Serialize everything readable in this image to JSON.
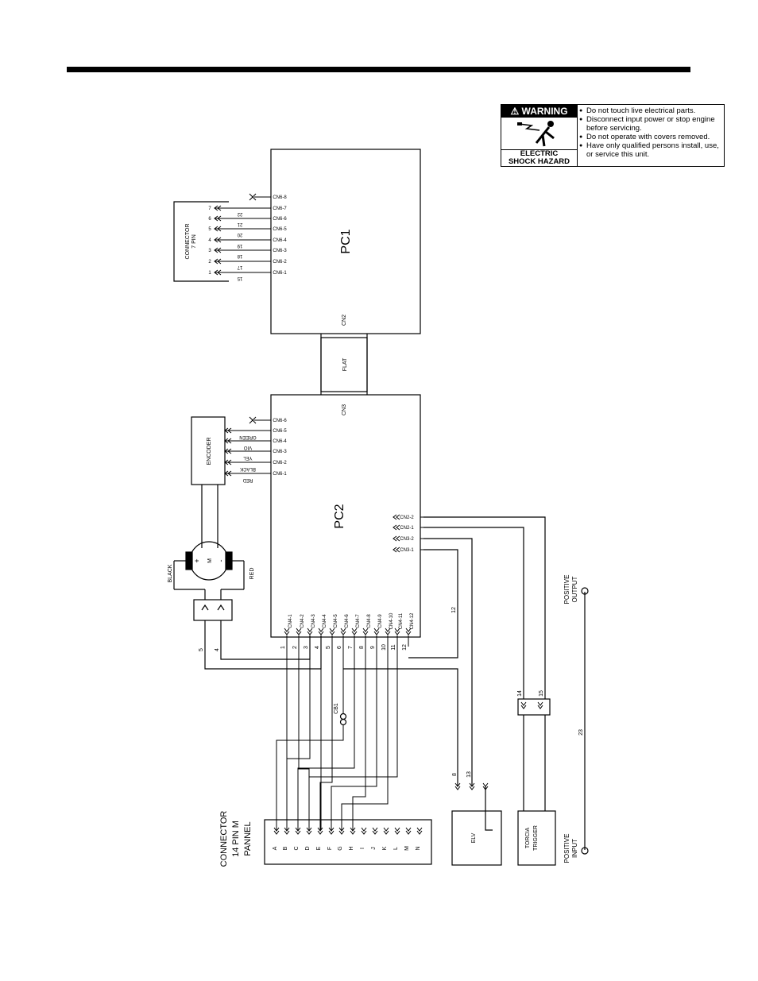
{
  "warning": {
    "title": "WARNING",
    "hazard": "ELECTRIC SHOCK HAZARD",
    "hazard_line1": "ELECTRIC",
    "hazard_line2": "SHOCK HAZARD",
    "items": [
      "Do not touch live electrical parts.",
      "Disconnect input power or stop engine before servicing.",
      "Do not operate with covers removed.",
      "Have only qualified persons install, use, or service this unit."
    ]
  },
  "pc1": {
    "label": "PC1",
    "cn2_label": "CN2",
    "pins": [
      "CN6-1",
      "CN6-2",
      "CN6-3",
      "CN6-4",
      "CN6-5",
      "CN6-6",
      "CN6-7",
      "CN6-8"
    ],
    "wires": [
      "15",
      "17",
      "18",
      "19",
      "20",
      "21",
      "22"
    ],
    "connector_label": "CONNECTOR",
    "connector_sub": "7 PIN",
    "connector_pins": [
      "1",
      "2",
      "3",
      "4",
      "5",
      "6",
      "7"
    ]
  },
  "flat": {
    "label": "FLAT"
  },
  "pc2": {
    "label": "PC2",
    "cn3_label": "CN3",
    "enc_pins": [
      "CN6-1",
      "CN6-2",
      "CN6-3",
      "CN6-4",
      "CN6-5",
      "CN6-6"
    ],
    "enc_wires": [
      "RED",
      "BLACK",
      "YEL",
      "VIO",
      "GREEN"
    ],
    "encoder_label": "ENCODER",
    "right_pins": [
      "CN2-2",
      "CN2-1",
      "CN3-2",
      "CN3-1"
    ],
    "bottom_pins": [
      "CN4-1",
      "CN4-2",
      "CN4-3",
      "CN4-4",
      "CN4-5",
      "CN4-6",
      "CN4-7",
      "CN4-8",
      "CN4-9",
      "CN4-10",
      "CN4-11",
      "CN4-12"
    ],
    "bottom_wires": [
      "1",
      "2",
      "3",
      "4",
      "5",
      "6",
      "7",
      "8",
      "9",
      "10",
      "11",
      "12"
    ]
  },
  "motor": {
    "label": "M",
    "plus": "+",
    "minus": "-",
    "black": "BLACK",
    "red": "RED"
  },
  "motor_wires": {
    "w5": "5",
    "w4": "4"
  },
  "wire12": "12",
  "cb1": "CB1",
  "elv": {
    "label": "ELV",
    "w8": "8",
    "w13": "13"
  },
  "torch": {
    "line1": "TORCIA",
    "line2": "TRIGGER",
    "w14": "14",
    "w15": "15"
  },
  "wire23": "23",
  "positive_output": "POSITIVE OUTPUT",
  "positive_output_l1": "POSITIVE",
  "positive_output_l2": "OUTPUT",
  "positive_input": "POSITIVE INPUT",
  "positive_input_l1": "POSITIVE",
  "positive_input_l2": "INPUT",
  "connector14": {
    "title_lines": [
      "CONNECTOR",
      "14  PIN  M",
      "PANNEL"
    ],
    "pins": [
      "A",
      "B",
      "C",
      "D",
      "E",
      "F",
      "G",
      "H",
      "I",
      "J",
      "K",
      "L",
      "M",
      "N"
    ]
  },
  "colors": {
    "ink": "#000000",
    "background": "#ffffff"
  }
}
